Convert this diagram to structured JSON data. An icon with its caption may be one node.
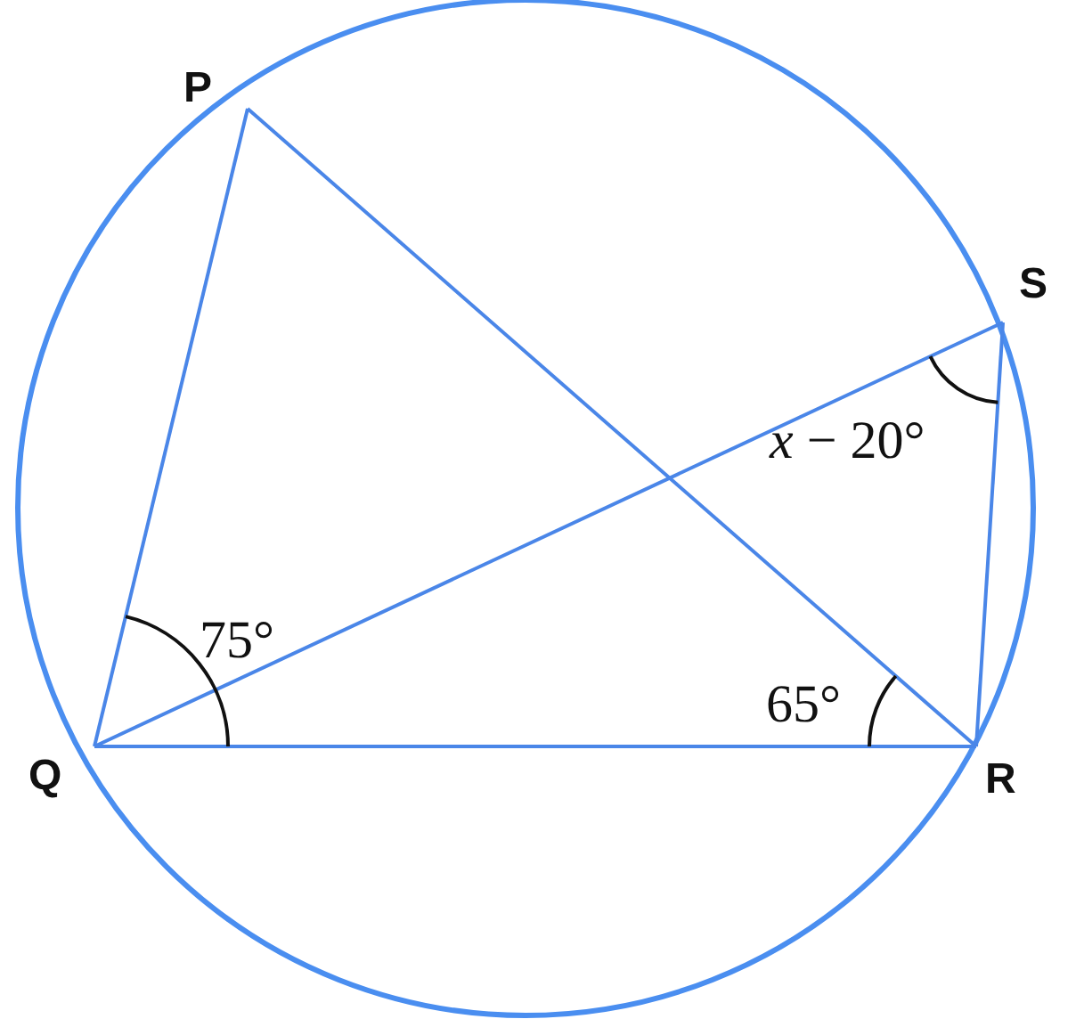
{
  "diagram": {
    "nodes": [
      {
        "text": [
          "P"
        ]
      },
      {
        "text": [
          "Q"
        ]
      },
      {
        "text": [
          "R"
        ]
      },
      {
        "text": [
          "S"
        ]
      }
    ],
    "edges": [
      {
        "from": 1,
        "to": 0,
        "arrow": "none"
      },
      {
        "from": 0,
        "to": 2,
        "arrow": "none"
      },
      {
        "from": 1,
        "to": 2,
        "arrow": "none"
      },
      {
        "from": 1,
        "to": 3,
        "arrow": "none"
      },
      {
        "from": 3,
        "to": 2,
        "arrow": "none"
      }
    ],
    "labels": [
      "75°",
      "65°",
      "*x* − 20°"
    ]
  }
}
